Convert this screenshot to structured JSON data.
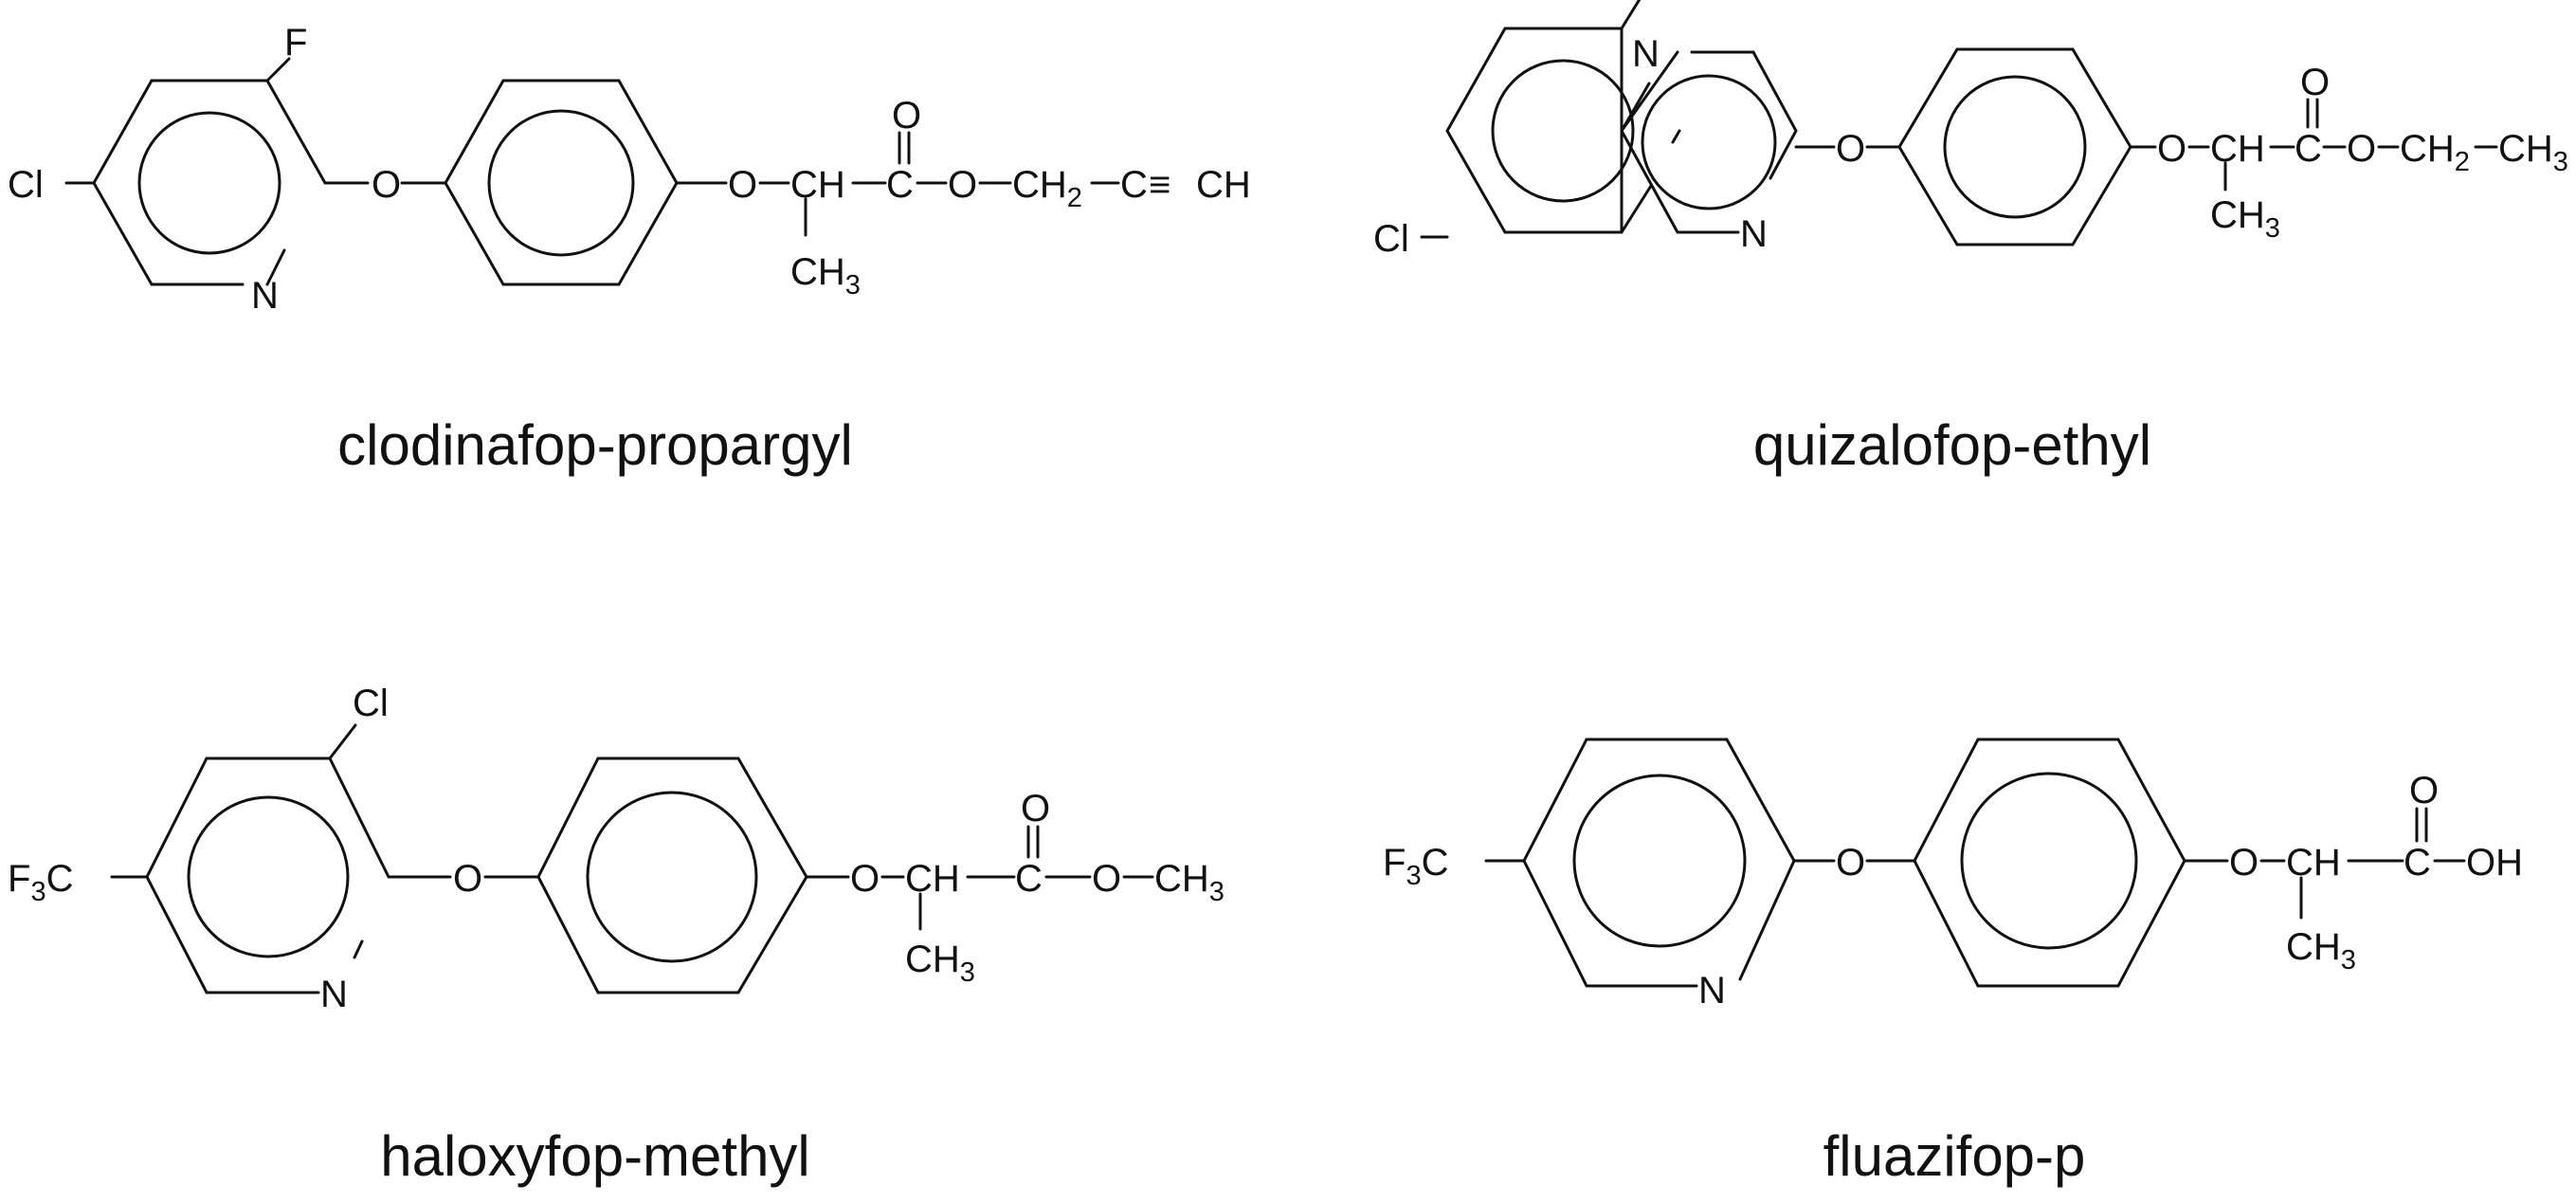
{
  "compounds": [
    {
      "name": "clodinafop-propargyl",
      "atoms": {
        "substituent_top": "F",
        "substituent_left": "Cl",
        "ring_n": "N",
        "ether_o": "O",
        "side_o": "O",
        "ch": "CH",
        "c": "C",
        "carbonyl_o": "O",
        "ester_o": "O",
        "ch2": "CH",
        "ch2_sub": "2",
        "c_alkyne": "C",
        "ch_alkyne": "CH",
        "ch3": "CH",
        "ch3_sub": "3"
      }
    },
    {
      "name": "quizalofop-ethyl",
      "atoms": {
        "ring_n_top": "N",
        "ring_n_bottom": "N",
        "substituent_left": "Cl",
        "ether_o": "O",
        "side_o": "O",
        "ch": "CH",
        "c": "C",
        "carbonyl_o": "O",
        "ester_o": "O",
        "ch2": "CH",
        "ch2_sub": "2",
        "ch3_end": "CH",
        "ch3_end_sub": "3",
        "ch3": "CH",
        "ch3_sub": "3"
      }
    },
    {
      "name": "haloxyfop-methyl",
      "atoms": {
        "substituent_top": "Cl",
        "cf3_f": "F",
        "cf3_sub": "3",
        "cf3_c": "C",
        "ring_n": "N",
        "ether_o": "O",
        "side_o": "O",
        "ch": "CH",
        "c": "C",
        "carbonyl_o": "O",
        "ester_o": "O",
        "ch3_end": "CH",
        "ch3_end_sub": "3",
        "ch3": "CH",
        "ch3_sub": "3"
      }
    },
    {
      "name": "fluazifop-p",
      "atoms": {
        "cf3_f": "F",
        "cf3_sub": "3",
        "cf3_c": "C",
        "ring_n": "N",
        "ether_o": "O",
        "side_o": "O",
        "ch": "CH",
        "c": "C",
        "carbonyl_o": "O",
        "oh": "OH",
        "ch3": "CH",
        "ch3_sub": "3"
      }
    }
  ],
  "symbols": {
    "triple_bond": "≡"
  }
}
